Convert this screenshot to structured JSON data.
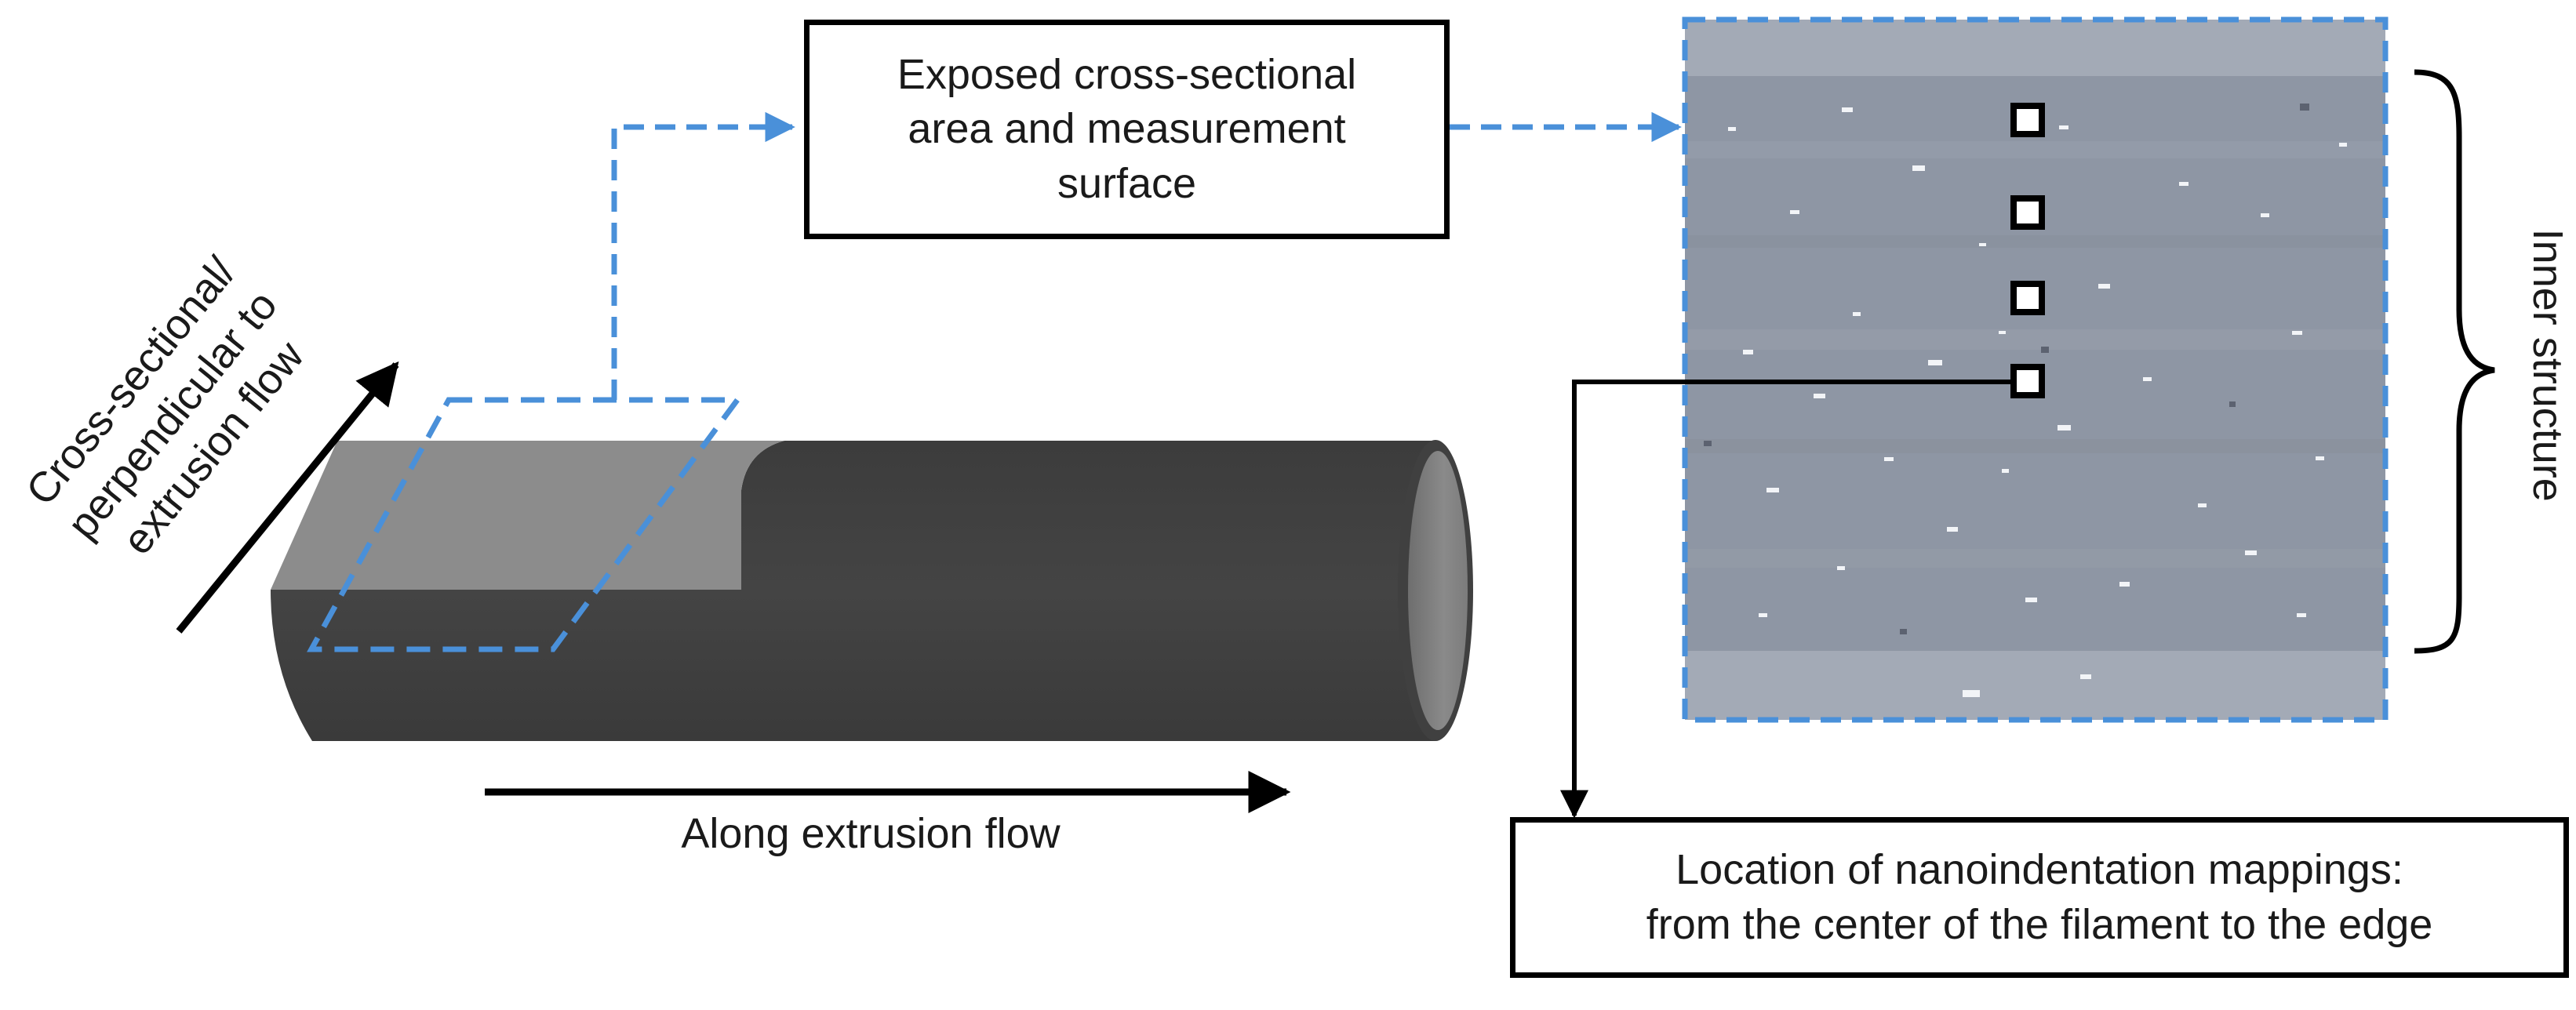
{
  "boxes": {
    "top": {
      "lines": [
        "Exposed cross-sectional",
        "area and measurement",
        "surface"
      ]
    },
    "bottom": {
      "lines": [
        "Location of nanoindentation mappings:",
        "from the center of the filament to the edge"
      ]
    }
  },
  "labels": {
    "along_flow": "Along extrusion flow",
    "cross_sectional": [
      "Cross-sectional/",
      "perpendicular to",
      "extrusion flow"
    ],
    "inner_structure": "Inner structure"
  },
  "colors": {
    "dashed_blue": "#4a90d9",
    "cylinder_dark": "#404040",
    "cut_surface": "#8c8c8c",
    "end_cap": "#7a7a7a",
    "micrograph_base": "#8e96a4",
    "micrograph_band": "#a3aab6"
  }
}
